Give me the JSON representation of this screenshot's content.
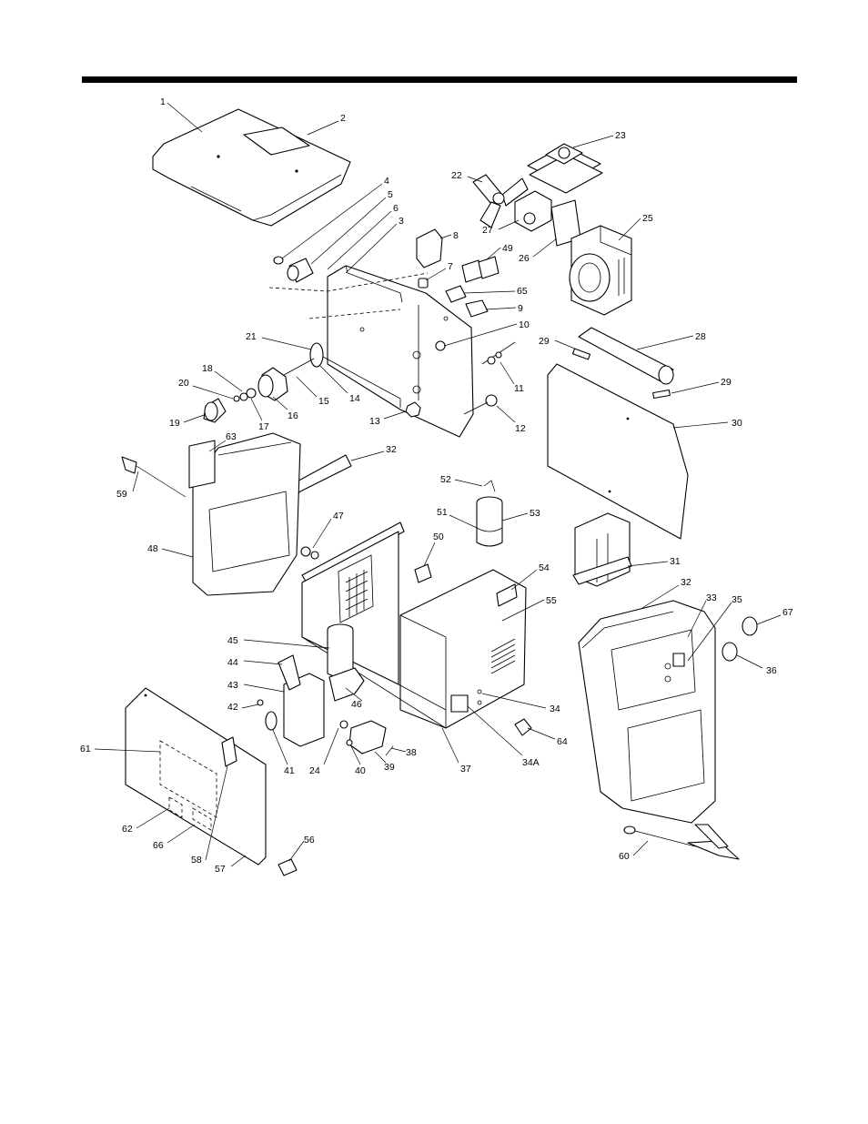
{
  "diagram": {
    "type": "exploded parts view",
    "callouts": [
      "1",
      "2",
      "3",
      "4",
      "5",
      "6",
      "7",
      "8",
      "9",
      "10",
      "11",
      "12",
      "13",
      "14",
      "15",
      "16",
      "17",
      "18",
      "19",
      "20",
      "21",
      "22",
      "23",
      "24",
      "25",
      "26",
      "27",
      "28",
      "29",
      "29",
      "30",
      "31",
      "32",
      "32",
      "33",
      "34",
      "34A",
      "35",
      "36",
      "37",
      "38",
      "39",
      "40",
      "41",
      "42",
      "43",
      "44",
      "45",
      "46",
      "47",
      "48",
      "49",
      "50",
      "51",
      "52",
      "53",
      "54",
      "55",
      "56",
      "57",
      "58",
      "59",
      "60",
      "61",
      "62",
      "63",
      "64",
      "65",
      "66",
      "67"
    ]
  }
}
